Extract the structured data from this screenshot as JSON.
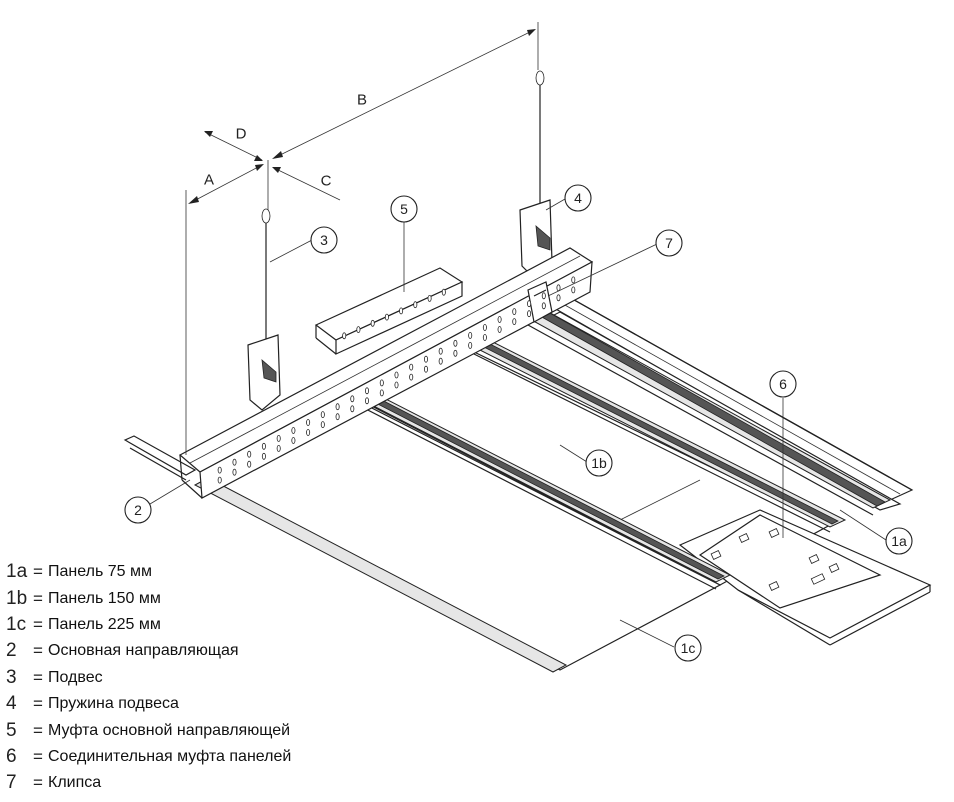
{
  "dimensions": {
    "A": "A",
    "B": "B",
    "C": "C",
    "D": "D"
  },
  "callouts": {
    "c1a": "1a",
    "c1b": "1b",
    "c1c": "1c",
    "c2": "2",
    "c3": "3",
    "c4": "4",
    "c5": "5",
    "c6": "6",
    "c7": "7"
  },
  "legend": [
    {
      "code": "1a",
      "eq": "=",
      "text": "Панель 75 мм"
    },
    {
      "code": "1b",
      "eq": "=",
      "text": "Панель 150 мм"
    },
    {
      "code": "1c",
      "eq": "=",
      "text": "Панель 225 мм"
    },
    {
      "code": "2",
      "eq": "=",
      "text": "Основная направляющая"
    },
    {
      "code": "3",
      "eq": "=",
      "text": "Подвес"
    },
    {
      "code": "4",
      "eq": "=",
      "text": "Пружина подвеса"
    },
    {
      "code": "5",
      "eq": "=",
      "text": "Муфта основной направляющей"
    },
    {
      "code": "6",
      "eq": "=",
      "text": "Соединительная муфта панелей"
    },
    {
      "code": "7",
      "eq": "=",
      "text": "Клипса"
    }
  ]
}
